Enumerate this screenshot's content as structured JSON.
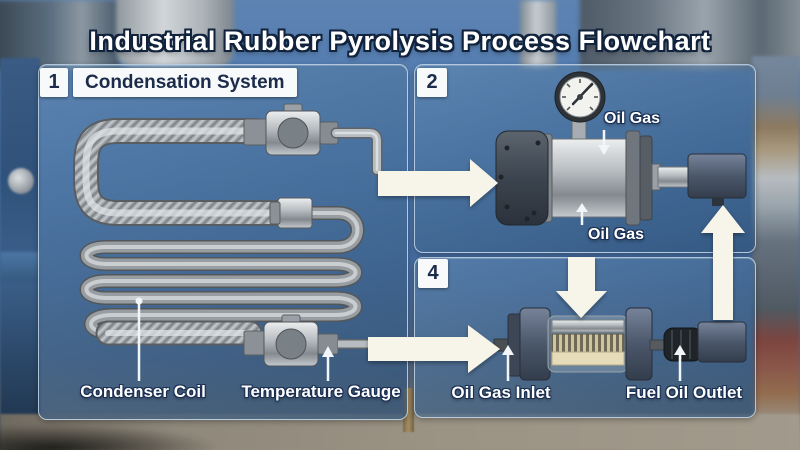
{
  "title": "Industrial Rubber Pyrolysis Process Flowchart",
  "panels": {
    "condensation": {
      "number": "1",
      "header": "Condensation System",
      "labels": {
        "coil": "Condenser Coil",
        "gauge": "Temperature Gauge"
      }
    },
    "separator": {
      "number": "2",
      "labels": {
        "gas_top": "Oil Gas",
        "gas_bottom": "Oil Gas"
      }
    },
    "collector": {
      "number": "4",
      "labels": {
        "inlet": "Oil Gas Inlet",
        "outlet": "Fuel Oil Outlet"
      }
    }
  },
  "icons": {
    "pressure_gauge": "circular-dial-with-needle",
    "flow_arrow": "white-block-arrow",
    "pointer_line": "thin-white-callout-line"
  },
  "colors": {
    "panel_fill": "#3a6390",
    "panel_border": "#c6d8ea",
    "arrow": "#f7f4e9",
    "label_text": "#ffffff",
    "label_outline": "#1a2f52",
    "header_text": "#1c2b4a",
    "steel_light": "#d9dddf",
    "steel_dark": "#53575a",
    "flange_slate": "#3c4654"
  }
}
